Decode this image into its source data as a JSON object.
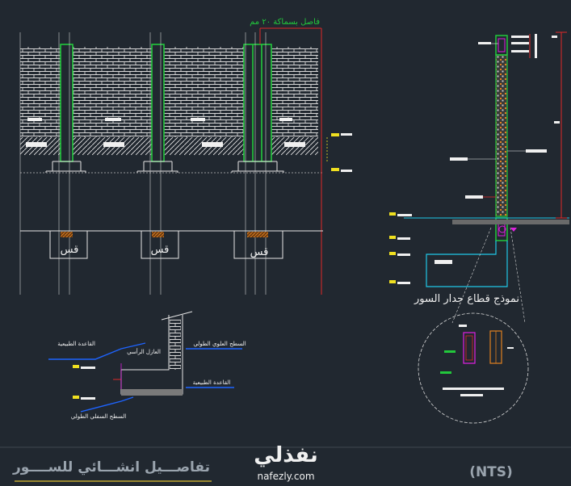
{
  "title": "تفاصـــيل انشـــائي للســــور",
  "scale_note": "(NTS)",
  "section_title": "نموذج قطاع جدار السور",
  "footing_label": "قس",
  "joint_label": "فاصل بسماكة ٢٠ مم",
  "watermark": {
    "arabic": "نفذلي",
    "latin": "nafezly.com"
  },
  "detail_labels": {
    "natural_ground": "القاعدة الطبيعية",
    "vertical_insulation": "العازل الرأسي",
    "top_surface": "السطح العلوي الطولي",
    "natural_base": "القاعدة الطبيعية",
    "bottom_surface": "السطح السفلي الطولي"
  },
  "colors": {
    "background": "#212830",
    "brick": "#e0e0e0",
    "column": "#22c83c",
    "red_dims": "#e02828",
    "blue": "#1e64ff",
    "cyan": "#20c8e8",
    "yellow": "#f0e020",
    "orange": "#e08020",
    "magenta": "#e020e0"
  }
}
